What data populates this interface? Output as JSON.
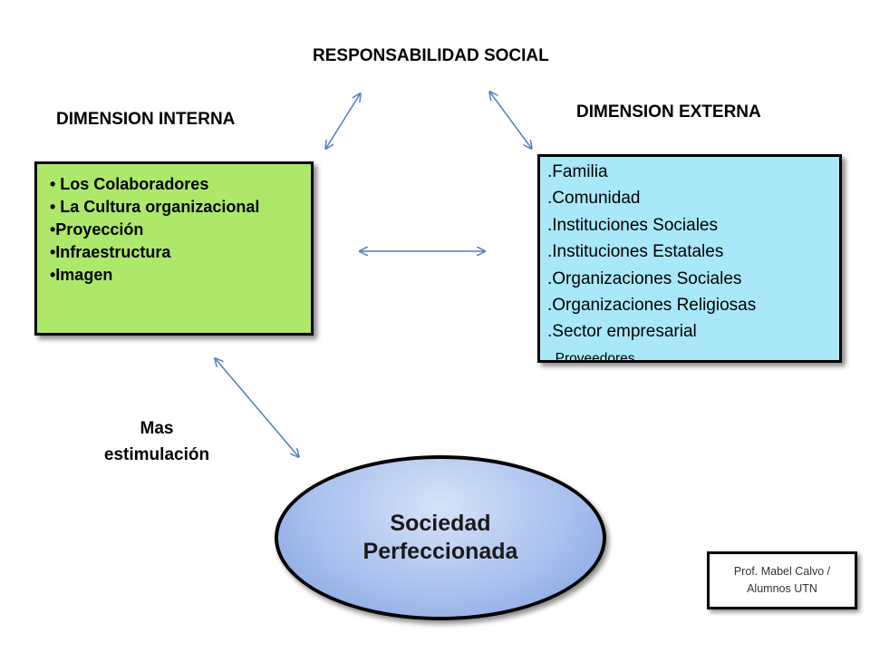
{
  "title": "RESPONSABILIDAD SOCIAL",
  "internal": {
    "heading": "DIMENSION INTERNA",
    "items": [
      "• Los Colaboradores",
      "• La Cultura organizacional",
      "•Proyección",
      "•Infraestructura",
      "•Imagen"
    ]
  },
  "external": {
    "heading": "DIMENSION EXTERNA",
    "items": [
      ".Familia",
      ".Comunidad",
      ".Instituciones Sociales",
      ".Instituciones Estatales",
      ".Organizaciones Sociales",
      ".Organizaciones Religiosas",
      ".Sector empresarial",
      ". Proveedores"
    ]
  },
  "stimulus": "Mas\nestimulación",
  "result": "Sociedad\nPerfeccionada",
  "credit": "Prof. Mabel Calvo /\nAlumnos UTN",
  "colors": {
    "internal_fill": "#aee86a",
    "external_fill": "#a9e8f8",
    "ellipse_fill": "#a9c1ee",
    "arrow": "#4f7fc0"
  }
}
